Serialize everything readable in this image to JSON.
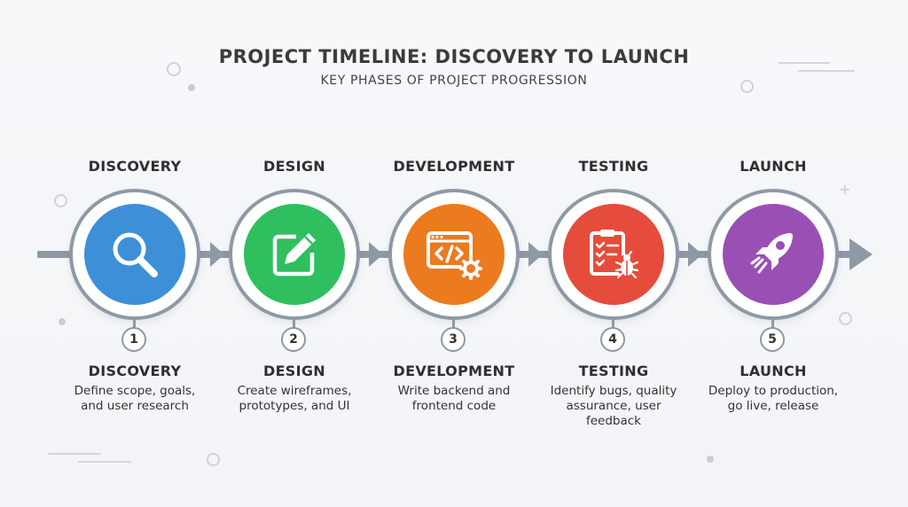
{
  "header": {
    "title": "PROJECT TIMELINE: DISCOVERY TO LAUNCH",
    "subtitle": "KEY PHASES OF PROJECT PROGRESSION"
  },
  "phases": [
    {
      "name": "DISCOVERY",
      "number": "1",
      "desc_line1": "Define scope, goals,",
      "desc_line2": "and user research",
      "desc_line3": "",
      "color": "#3d8fd8",
      "icon": "magnifier-icon"
    },
    {
      "name": "DESIGN",
      "number": "2",
      "desc_line1": "Create wireframes,",
      "desc_line2": "prototypes, and UI",
      "desc_line3": "",
      "color": "#2fbf5f",
      "icon": "pencil-edit-icon"
    },
    {
      "name": "DEVELOPMENT",
      "number": "3",
      "desc_line1": "Write backend and",
      "desc_line2": "frontend code",
      "desc_line3": "",
      "color": "#ec7a1f",
      "icon": "code-gear-icon"
    },
    {
      "name": "TESTING",
      "number": "4",
      "desc_line1": "Identify bugs, quality",
      "desc_line2": "assurance, user",
      "desc_line3": "feedback",
      "color": "#e54c3c",
      "icon": "checklist-bug-icon"
    },
    {
      "name": "LAUNCH",
      "number": "5",
      "desc_line1": "Deploy to production,",
      "desc_line2": "go live, release",
      "desc_line3": "",
      "color": "#9a4fb5",
      "icon": "rocket-icon"
    }
  ],
  "colors": {
    "axis": "#8e99a6",
    "background": "#f4f6f9"
  }
}
